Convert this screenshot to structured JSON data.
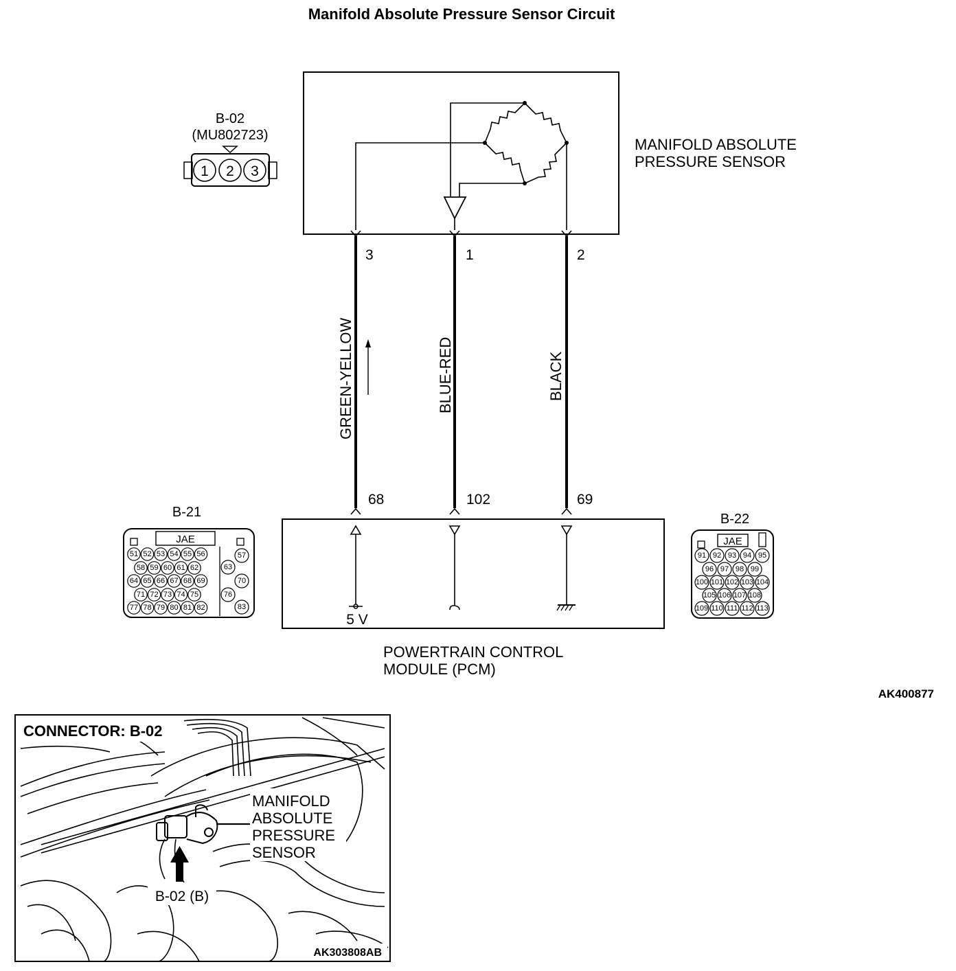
{
  "title": "Manifold Absolute Pressure Sensor Circuit",
  "sensor": {
    "label_line1": "MANIFOLD ABSOLUTE",
    "label_line2": "PRESSURE SENSOR"
  },
  "connector_b02": {
    "name": "B-02",
    "part_number": "(MU802723)",
    "pins": [
      "1",
      "2",
      "3"
    ]
  },
  "wires": [
    {
      "sensor_pin": "3",
      "color": "GREEN-YELLOW",
      "pcm_pin": "68"
    },
    {
      "sensor_pin": "1",
      "color": "BLUE-RED",
      "pcm_pin": "102"
    },
    {
      "sensor_pin": "2",
      "color": "BLACK",
      "pcm_pin": "69"
    }
  ],
  "pcm": {
    "label_line1": "POWERTRAIN CONTROL",
    "label_line2": "MODULE (PCM)",
    "voltage_label": "5 V"
  },
  "connector_b21": {
    "name": "B-21",
    "brand": "JAE",
    "rows": [
      [
        "51",
        "52",
        "53",
        "54",
        "55",
        "56"
      ],
      [
        "58",
        "59",
        "60",
        "61",
        "62"
      ],
      [
        "64",
        "65",
        "66",
        "67",
        "68",
        "69"
      ],
      [
        "71",
        "72",
        "73",
        "74",
        "75"
      ],
      [
        "77",
        "78",
        "79",
        "80",
        "81",
        "82"
      ]
    ],
    "side_pins": [
      "57",
      "63",
      "70",
      "76",
      "83"
    ]
  },
  "connector_b22": {
    "name": "B-22",
    "brand": "JAE",
    "rows": [
      [
        "91",
        "92",
        "93",
        "94",
        "95"
      ],
      [
        "96",
        "97",
        "98",
        "99"
      ],
      [
        "100",
        "101",
        "102",
        "103",
        "104"
      ],
      [
        "105",
        "106",
        "107",
        "108"
      ],
      [
        "109",
        "110",
        "111",
        "112",
        "113"
      ]
    ]
  },
  "diagram_code": "AK400877",
  "location": {
    "heading": "CONNECTOR: B-02",
    "callout_line1": "MANIFOLD",
    "callout_line2": "ABSOLUTE",
    "callout_line3": "PRESSURE",
    "callout_line4": "SENSOR",
    "connector_label": "B-02 (B)",
    "photo_code": "AK303808AB"
  }
}
